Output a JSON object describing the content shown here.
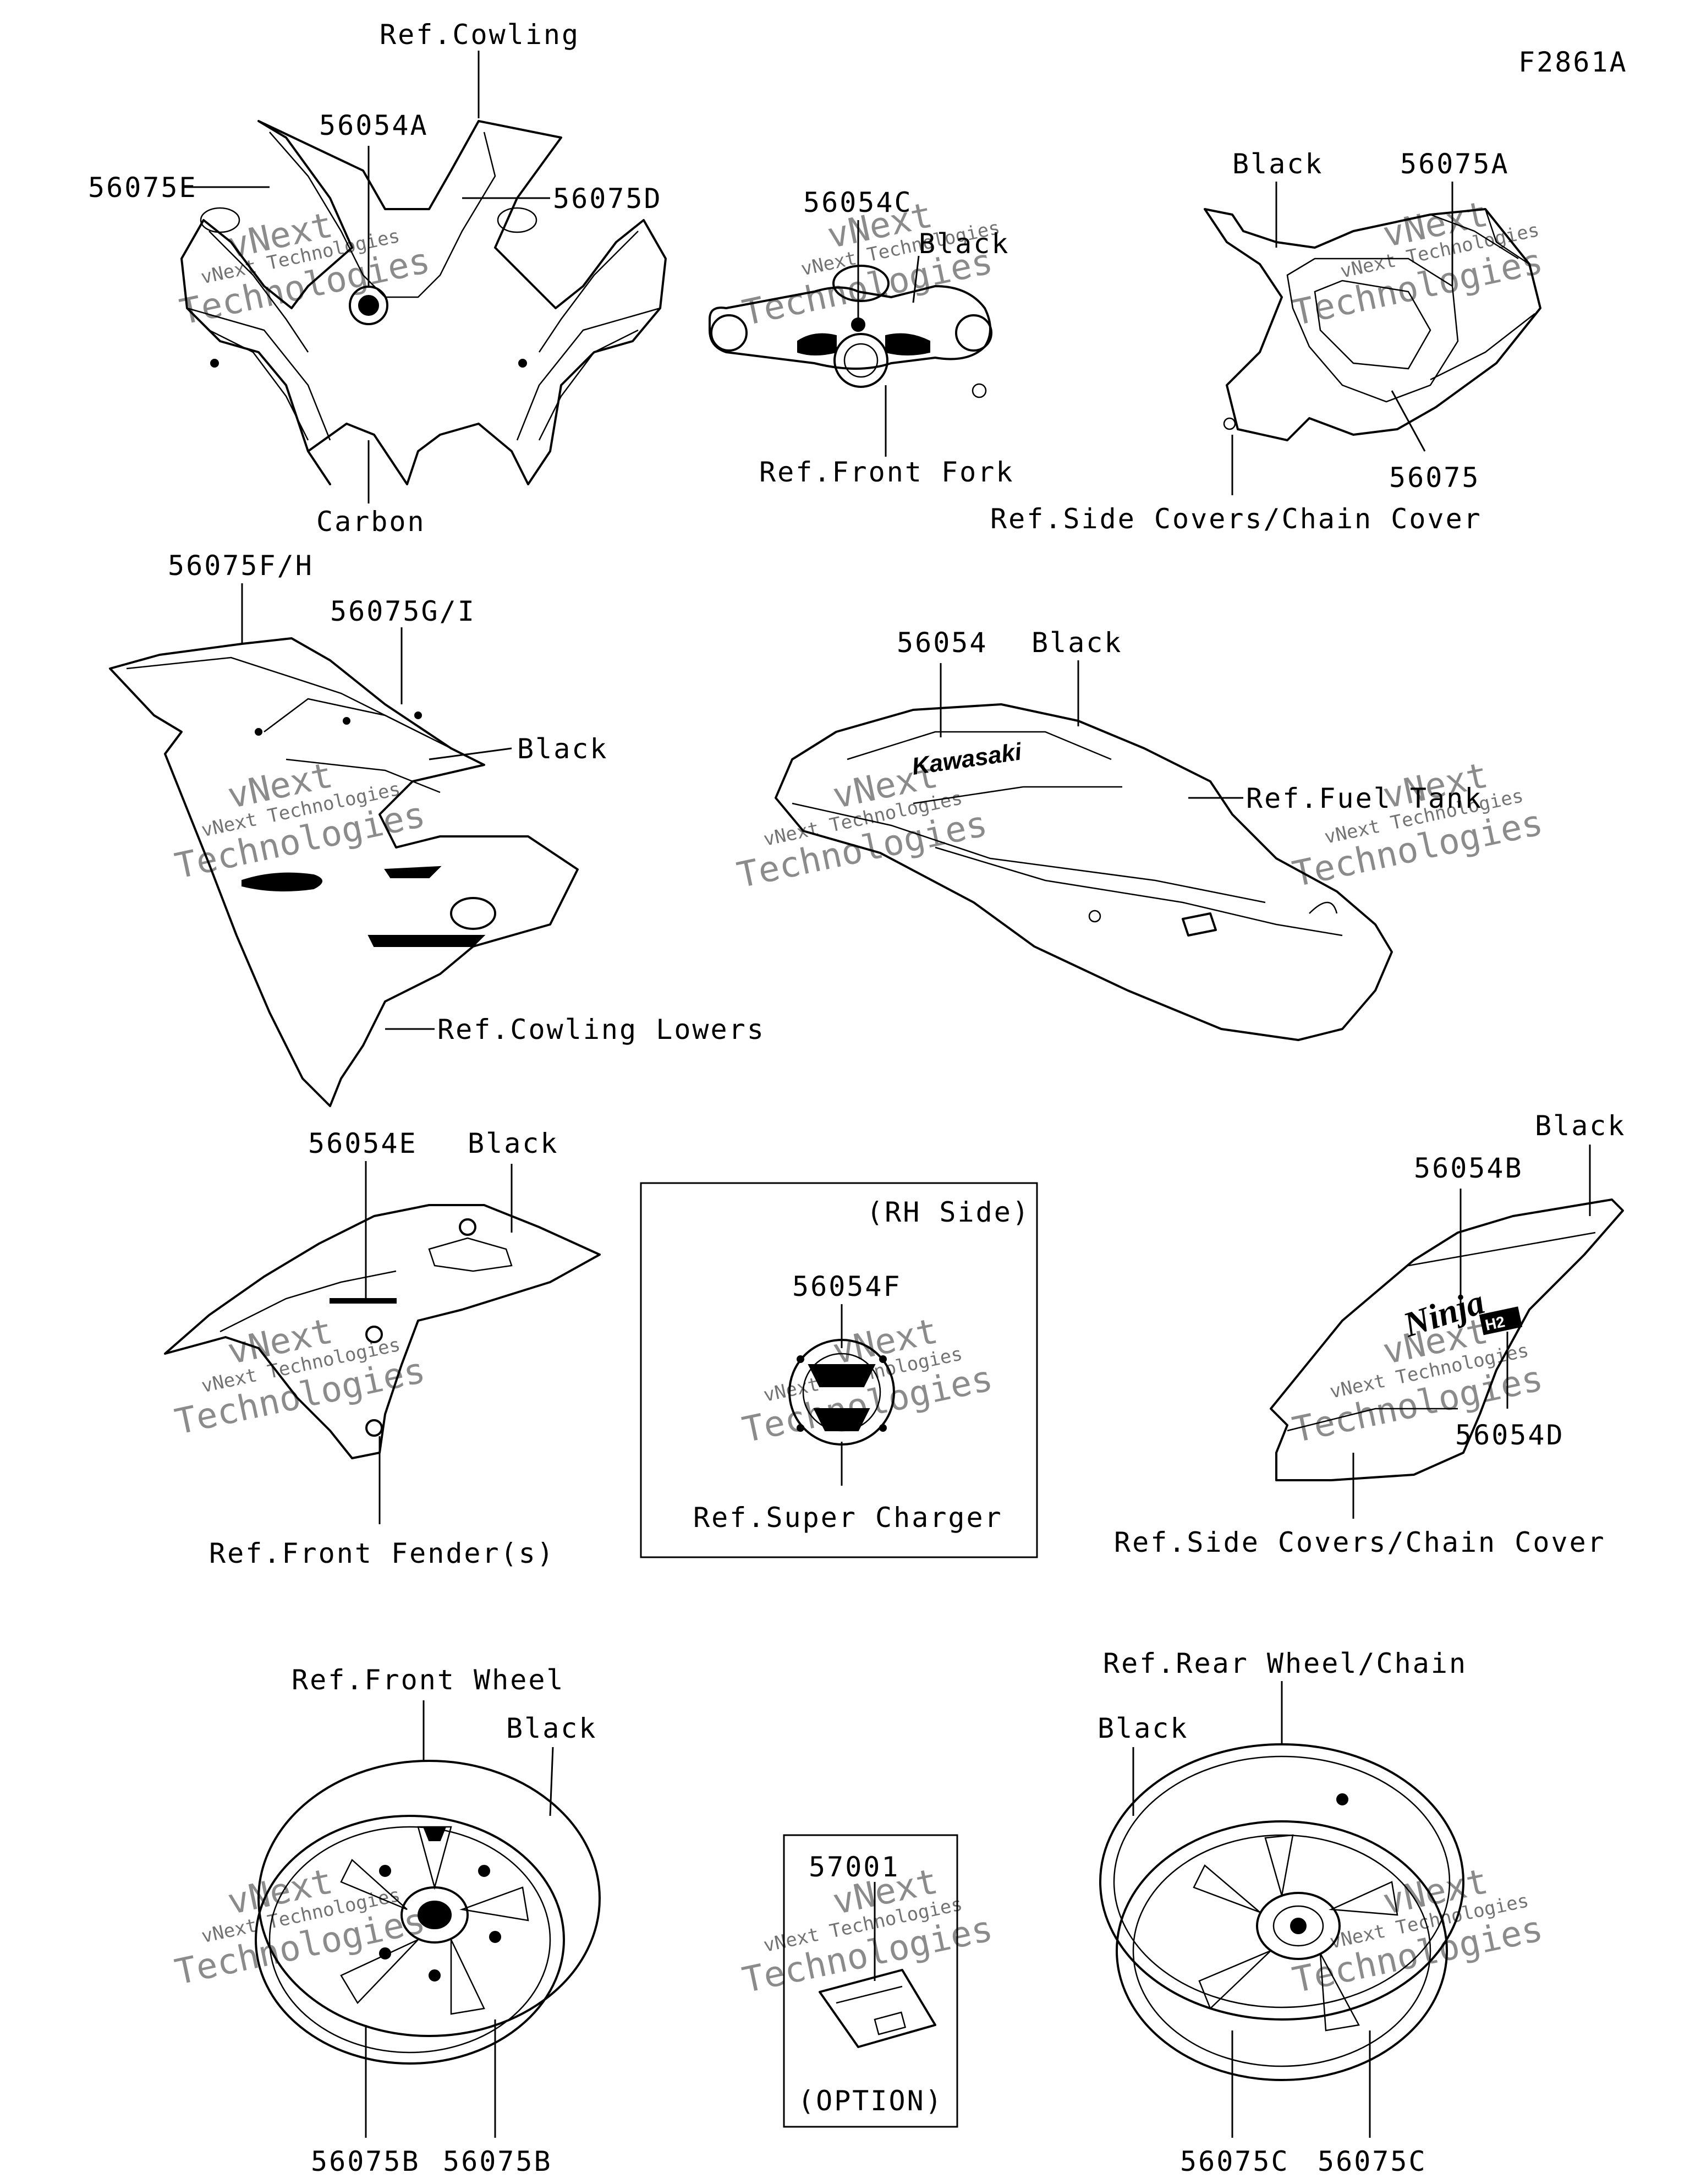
{
  "diagram_code": "F2861A",
  "labels": {
    "ref_cowling": "Ref.Cowling",
    "p56054A": "56054A",
    "p56075E": "56075E",
    "p56075D": "56075D",
    "carbon": "Carbon",
    "p56054C": "56054C",
    "black_fork": "Black",
    "ref_front_fork": "Ref.Front Fork",
    "black_tail": "Black",
    "p56075A": "56075A",
    "p56075": "56075",
    "ref_side_covers_top": "Ref.Side Covers/Chain Cover",
    "p56075FH": "56075F/H",
    "p56075GI": "56075G/I",
    "black_lower": "Black",
    "ref_cowling_lowers": "Ref.Cowling Lowers",
    "p56054": "56054",
    "black_tank": "Black",
    "ref_fuel_tank": "Ref.Fuel Tank",
    "tank_logo": "Kawasaki",
    "p56054E": "56054E",
    "black_fender": "Black",
    "ref_front_fenders": "Ref.Front Fender(s)",
    "rh_side": "(RH Side)",
    "p56054F": "56054F",
    "ref_super_charger": "Ref.Super Charger",
    "black_side": "Black",
    "p56054B": "56054B",
    "p56054D": "56054D",
    "ref_side_covers_mid": "Ref.Side Covers/Chain Cover",
    "side_logo": "Ninja",
    "side_badge": "H2",
    "ref_front_wheel": "Ref.Front Wheel",
    "black_fw": "Black",
    "p56075B_1": "56075B",
    "p56075B_2": "56075B",
    "p57001": "57001",
    "option": "(OPTION)",
    "ref_rear_wheel": "Ref.Rear Wheel/Chain",
    "black_rw": "Black",
    "p56075C_1": "56075C",
    "p56075C_2": "56075C"
  },
  "watermark": {
    "brand_line": "vNext Technologies",
    "word1": "vNext",
    "word2": "Technologies"
  }
}
